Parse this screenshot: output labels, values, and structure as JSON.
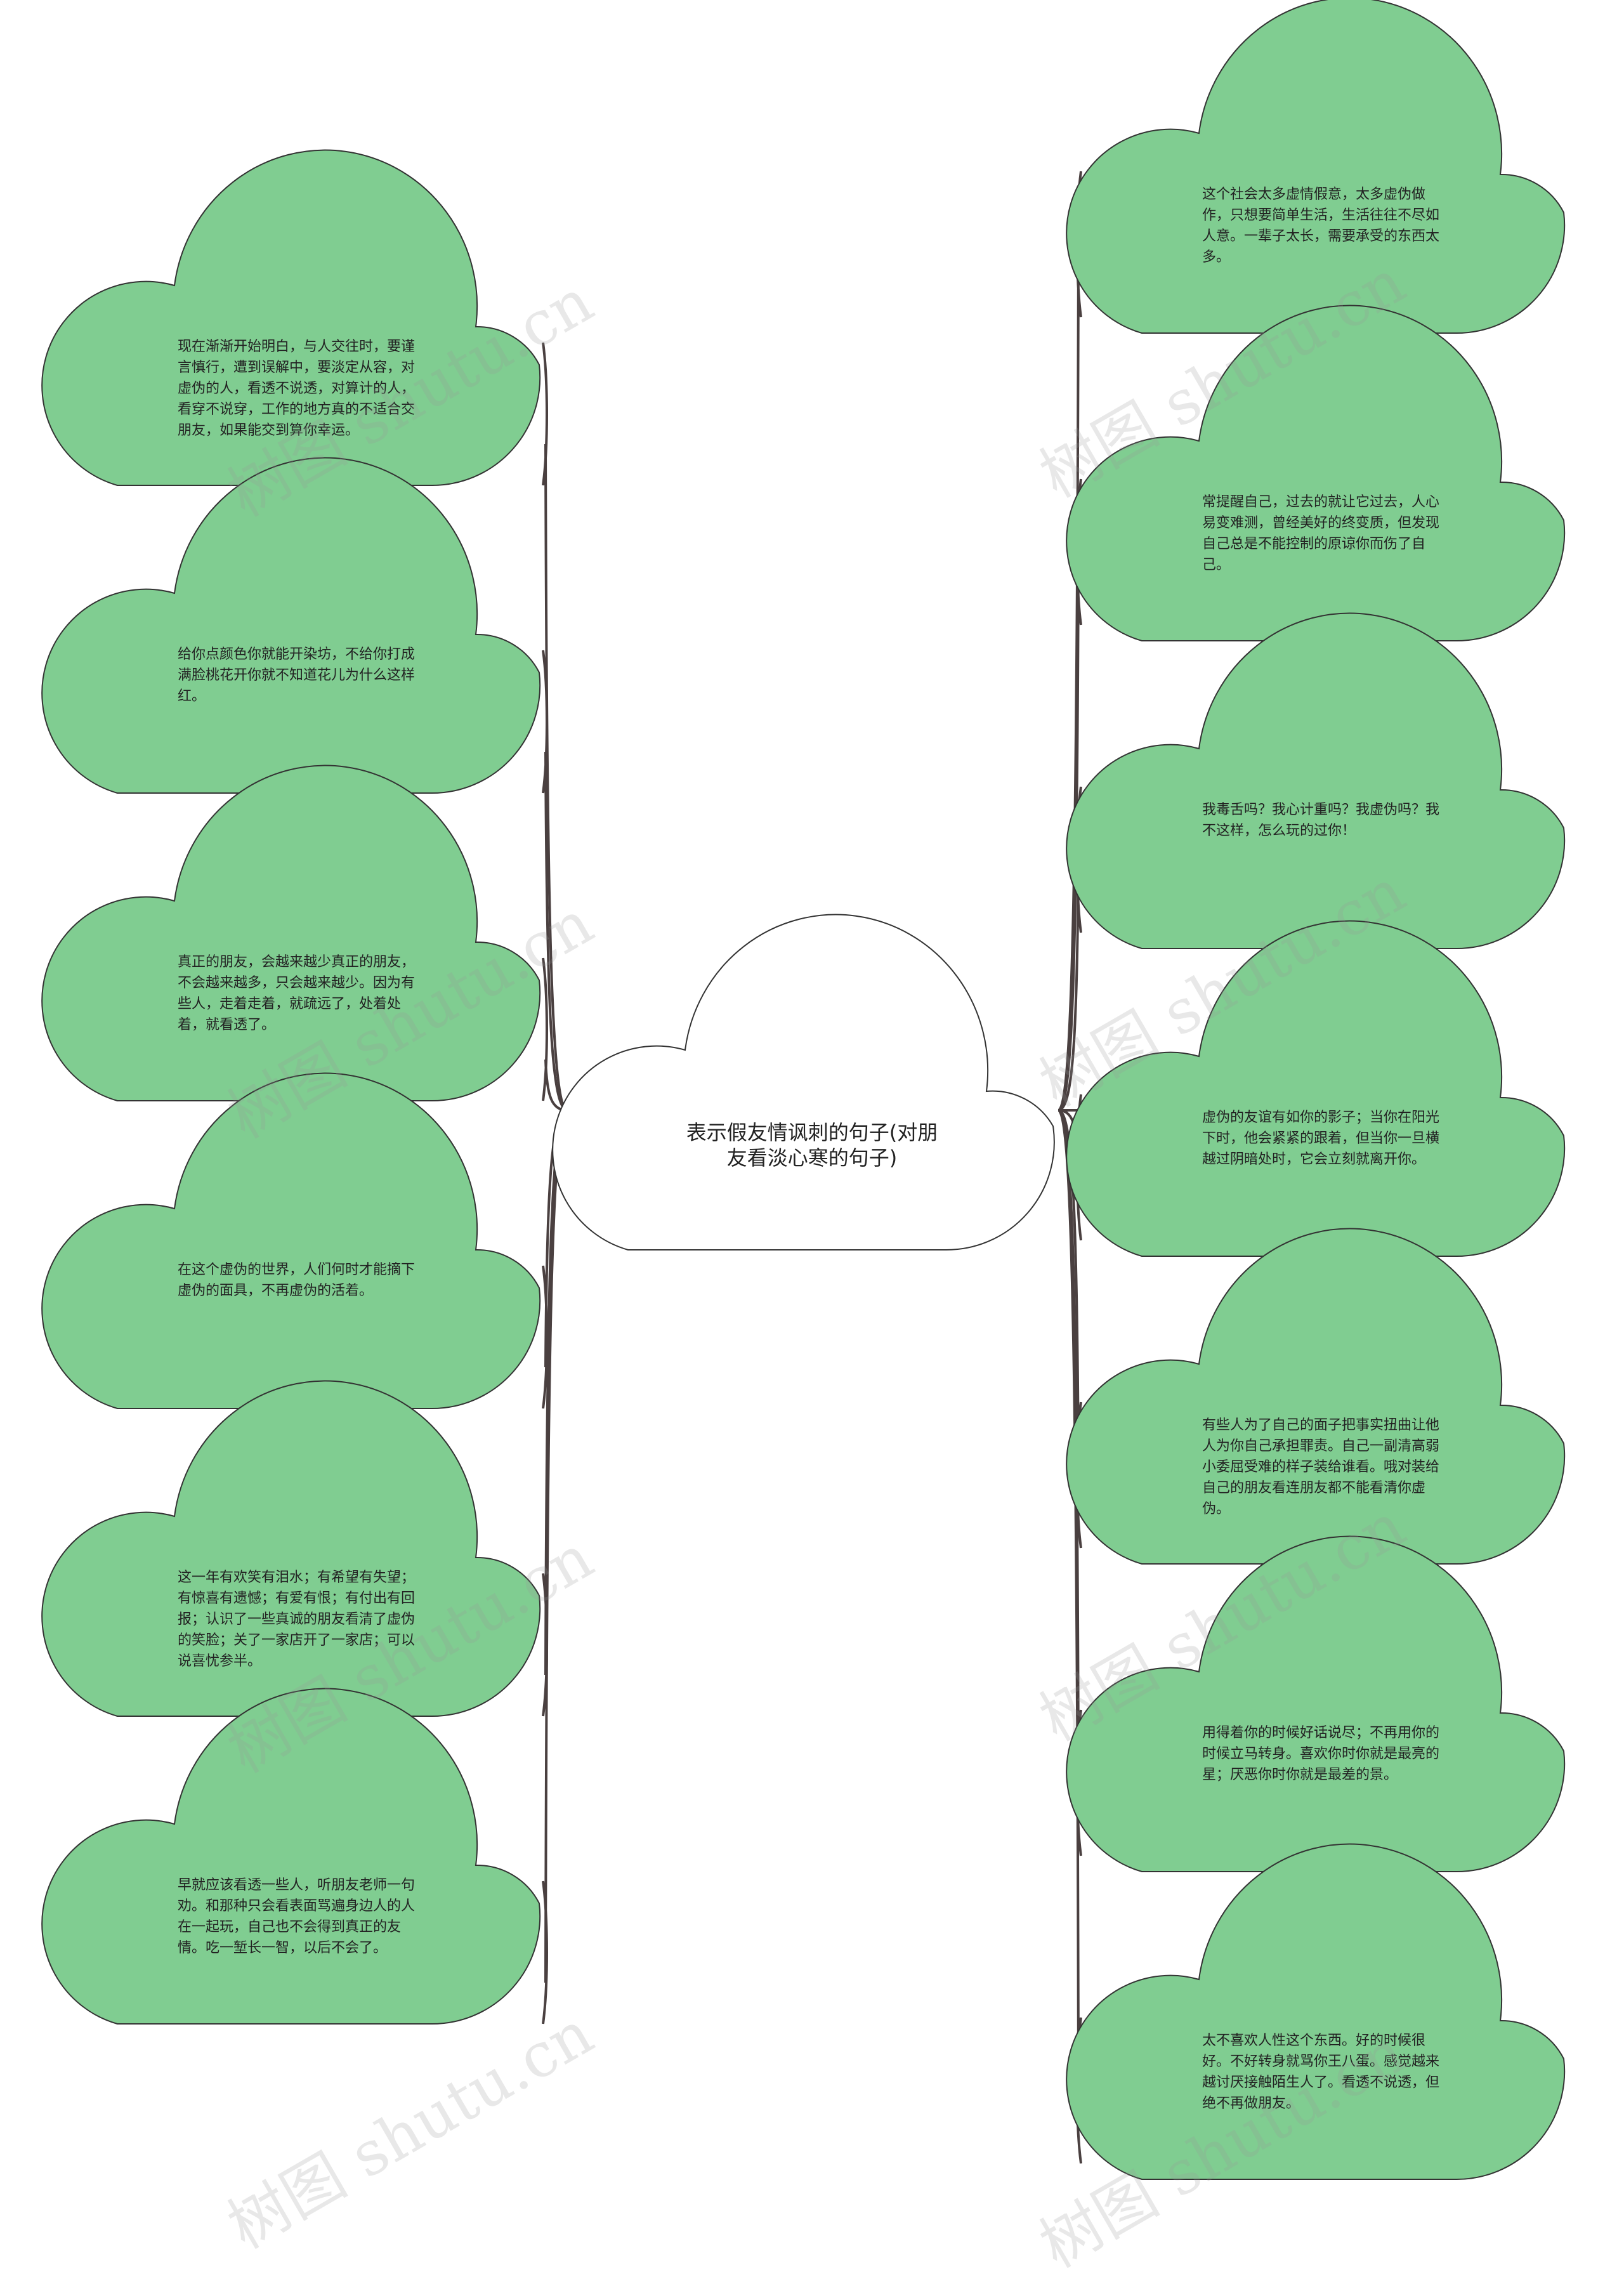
{
  "center": {
    "title": "表示假友情讽刺的句子(对朋友看淡心寒的句子)"
  },
  "left_nodes": [
    {
      "text": "现在渐渐开始明白，与人交往时，要谨言慎行，遭到误解中，要淡定从容，对虚伪的人，看透不说透，对算计的人，看穿不说穿，工作的地方真的不适合交朋友，如果能交到算你幸运。"
    },
    {
      "text": "给你点颜色你就能开染坊，不给你打成满脸桃花开你就不知道花儿为什么这样红。"
    },
    {
      "text": "真正的朋友，会越来越少真正的朋友，不会越来越多，只会越来越少。因为有些人，走着走着，就疏远了，处着处着，就看透了。"
    },
    {
      "text": "在这个虚伪的世界，人们何时才能摘下虚伪的面具，不再虚伪的活着。"
    },
    {
      "text": "这一年有欢笑有泪水；有希望有失望；有惊喜有遗憾；有爱有恨；有付出有回报；认识了一些真诚的朋友看清了虚伪的笑脸；关了一家店开了一家店；可以说喜忧参半。"
    },
    {
      "text": "早就应该看透一些人，听朋友老师一句劝。和那种只会看表面骂遍身边人的人在一起玩，自己也不会得到真正的友情。吃一堑长一智，以后不会了。"
    }
  ],
  "right_nodes": [
    {
      "text": "这个社会太多虚情假意，太多虚伪做作，只想要简单生活，生活往往不尽如人意。一辈子太长，需要承受的东西太多。"
    },
    {
      "text": "常提醒自己，过去的就让它过去，人心易变难测，曾经美好的终变质，但发现自己总是不能控制的原谅你而伤了自己。"
    },
    {
      "text": "我毒舌吗？我心计重吗？我虚伪吗？我不这样，怎么玩的过你！"
    },
    {
      "text": "虚伪的友谊有如你的影子；当你在阳光下时，他会紧紧的跟着，但当你一旦横越过阴暗处时，它会立刻就离开你。"
    },
    {
      "text": "有些人为了自己的面子把事实扭曲让他人为你自己承担罪责。自己一副清高弱小委屈受难的样子装给谁看。哦对装给自己的朋友看连朋友都不能看清你虚伪。"
    },
    {
      "text": "用得着你的时候好话说尽；不再用你的时候立马转身。喜欢你时你就是最亮的星；厌恶你时你就是最差的景。"
    },
    {
      "text": "太不喜欢人性这个东西。好的时候很好。不好转身就骂你王八蛋。感觉越来越讨厌接触陌生人了。看透不说透，但绝不再做朋友。"
    }
  ],
  "watermark": "树图 shutu.cn",
  "colors": {
    "cloud_fill": "#80cd91",
    "cloud_stroke": "#333333",
    "line": "#4a4040",
    "center_fill": "#ffffff"
  }
}
